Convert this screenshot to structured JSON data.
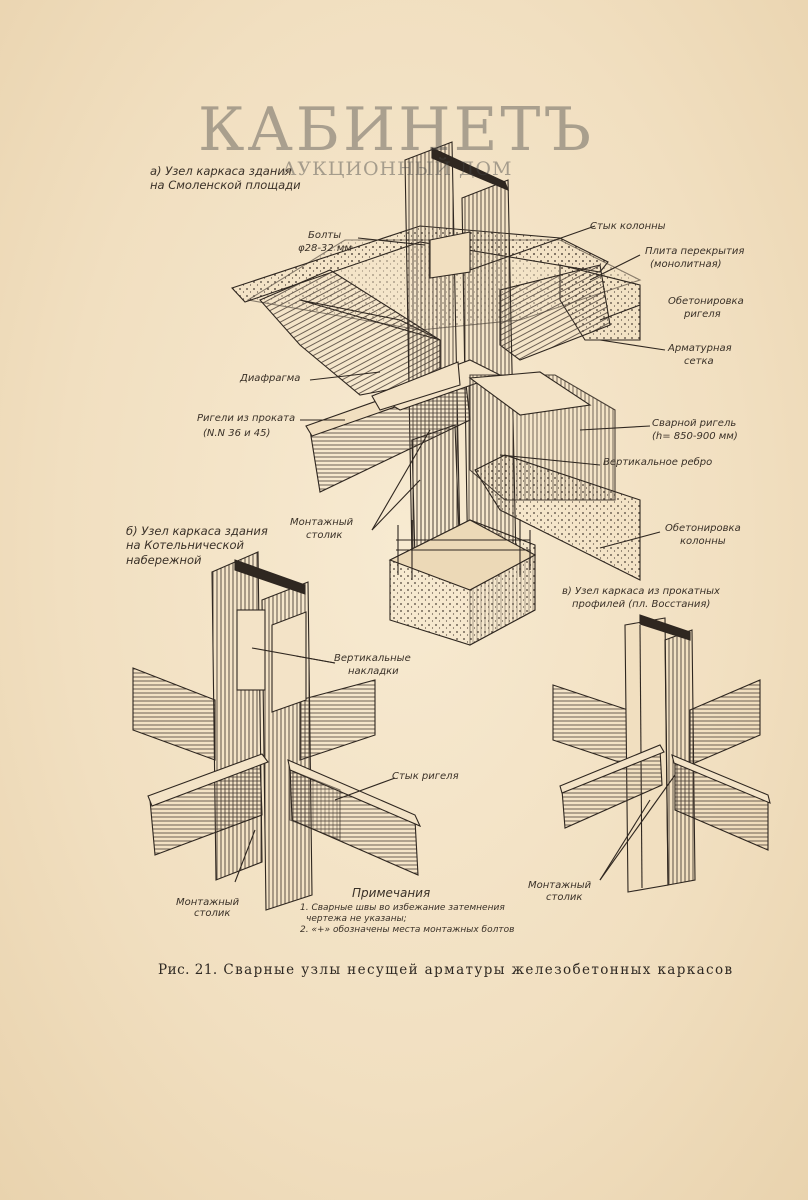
{
  "watermark": {
    "title": "КАБИНЕТЪ",
    "subtitle": "АУКЦИОННЫЙ ДОМ"
  },
  "figure": {
    "caption_number": "Рис. 21.",
    "caption_text": "Сварные узлы несущей арматуры железобетонных каркасов",
    "sections": {
      "a": {
        "line1": "а) Узел каркаса здания",
        "line2": "на Смоленской площади"
      },
      "b": {
        "line1": "б) Узел каркаса здания",
        "line2": "на Котельнической",
        "line3": "набережной"
      },
      "c": {
        "line1": "в) Узел каркаса из прокатных",
        "line2": "профилей  (пл. Восстания)"
      }
    },
    "callouts_a": {
      "bolts_1": "Болты",
      "bolts_2": "φ28-32 мм",
      "column_joint": "Стык колонны",
      "slab_1": "Плита перекрытия",
      "slab_2": "(монолитная)",
      "girder_conc_1": "Обетонировка",
      "girder_conc_2": "ригеля",
      "mesh_1": "Арматурная",
      "mesh_2": "сетка",
      "diaphragm": "Диафрагма",
      "rolled_1": "Ригели из проката",
      "rolled_2": "(N.N 36 и 45)",
      "welded_1": "Сварной ригель",
      "welded_2": "(h= 850-900 мм)",
      "rib": "Вертикальное ребро",
      "table_1": "Монтажный",
      "table_2": "столик",
      "col_conc_1": "Обетонировка",
      "col_conc_2": "колонны"
    },
    "callouts_b": {
      "plates_1": "Вертикальные",
      "plates_2": "накладки",
      "girder_joint": "Стык ригеля",
      "table_1": "Монтажный",
      "table_2": "столик"
    },
    "callouts_c": {
      "table_1": "Монтажный",
      "table_2": "столик"
    },
    "notes": {
      "title": "Примечания",
      "items": [
        "1. Сварные швы во избежание затемнения",
        "чертежа не указаны;",
        "2. «+» обозначены места монтажных болтов"
      ]
    }
  }
}
